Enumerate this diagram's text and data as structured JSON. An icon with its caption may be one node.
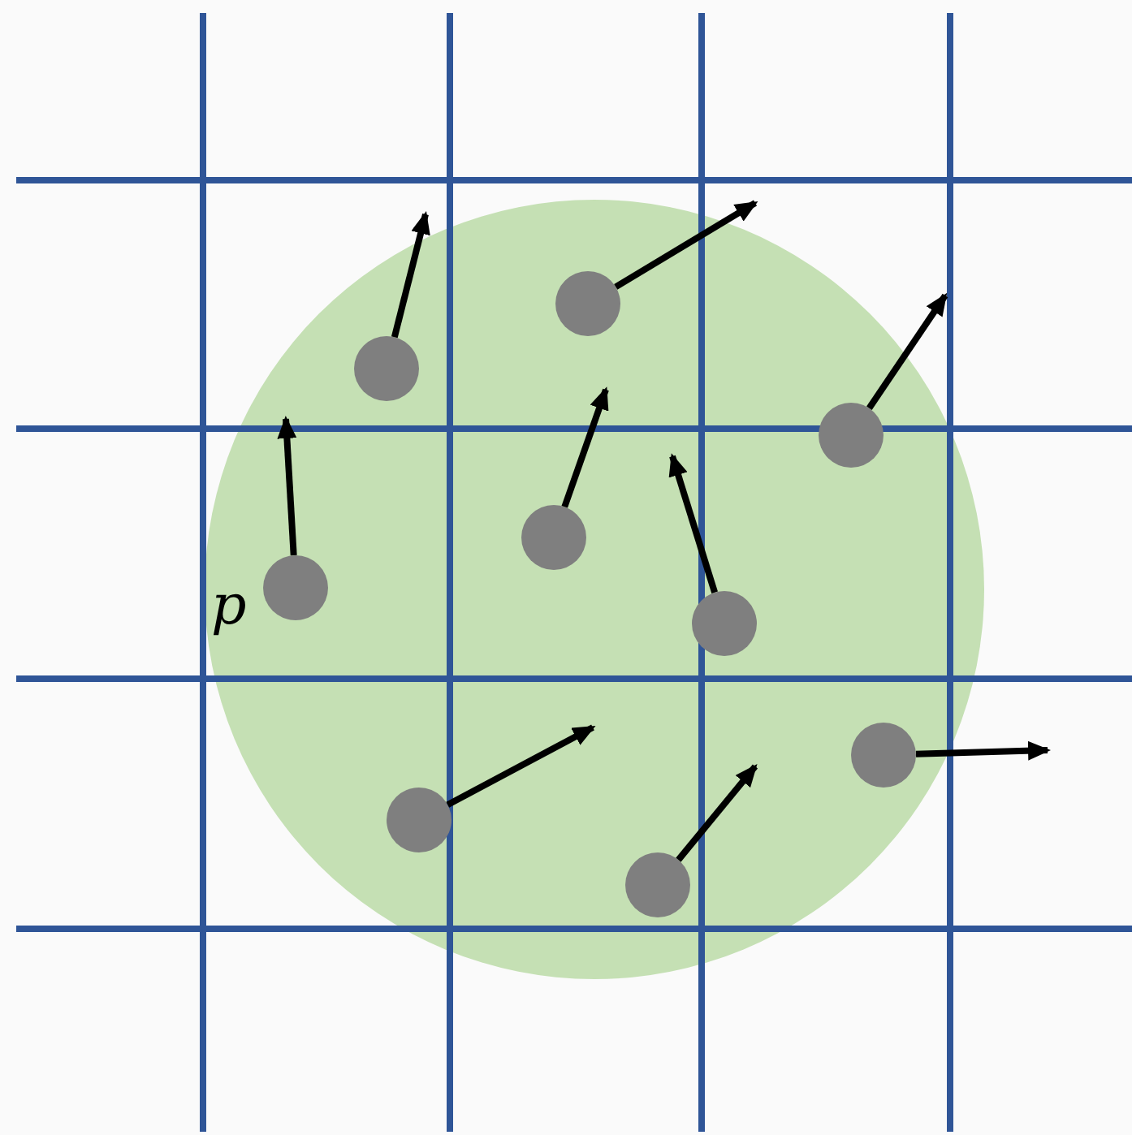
{
  "diagram": {
    "nodes": [
      {
        "text": [],
        "shape": "circle"
      },
      {
        "text": [],
        "shape": "circle"
      },
      {
        "text": [],
        "shape": "circle"
      },
      {
        "text": [],
        "shape": "circle"
      },
      {
        "text": [],
        "shape": "circle",
        "beside": [
          "p"
        ]
      },
      {
        "text": [],
        "shape": "circle"
      },
      {
        "text": [],
        "shape": "circle"
      },
      {
        "text": [],
        "shape": "circle"
      },
      {
        "text": [],
        "shape": "circle"
      }
    ],
    "edges": [
      {
        "from": 0,
        "to": null,
        "arrow": "to"
      },
      {
        "from": 1,
        "to": null,
        "arrow": "to"
      },
      {
        "from": 2,
        "to": null,
        "arrow": "to"
      },
      {
        "from": 3,
        "to": null,
        "arrow": "to"
      },
      {
        "from": 4,
        "to": null,
        "arrow": "to"
      },
      {
        "from": 5,
        "to": null,
        "arrow": "to"
      },
      {
        "from": 6,
        "to": null,
        "arrow": "to"
      },
      {
        "from": 7,
        "to": null,
        "arrow": "to"
      },
      {
        "from": 8,
        "to": null,
        "arrow": "to"
      }
    ]
  }
}
